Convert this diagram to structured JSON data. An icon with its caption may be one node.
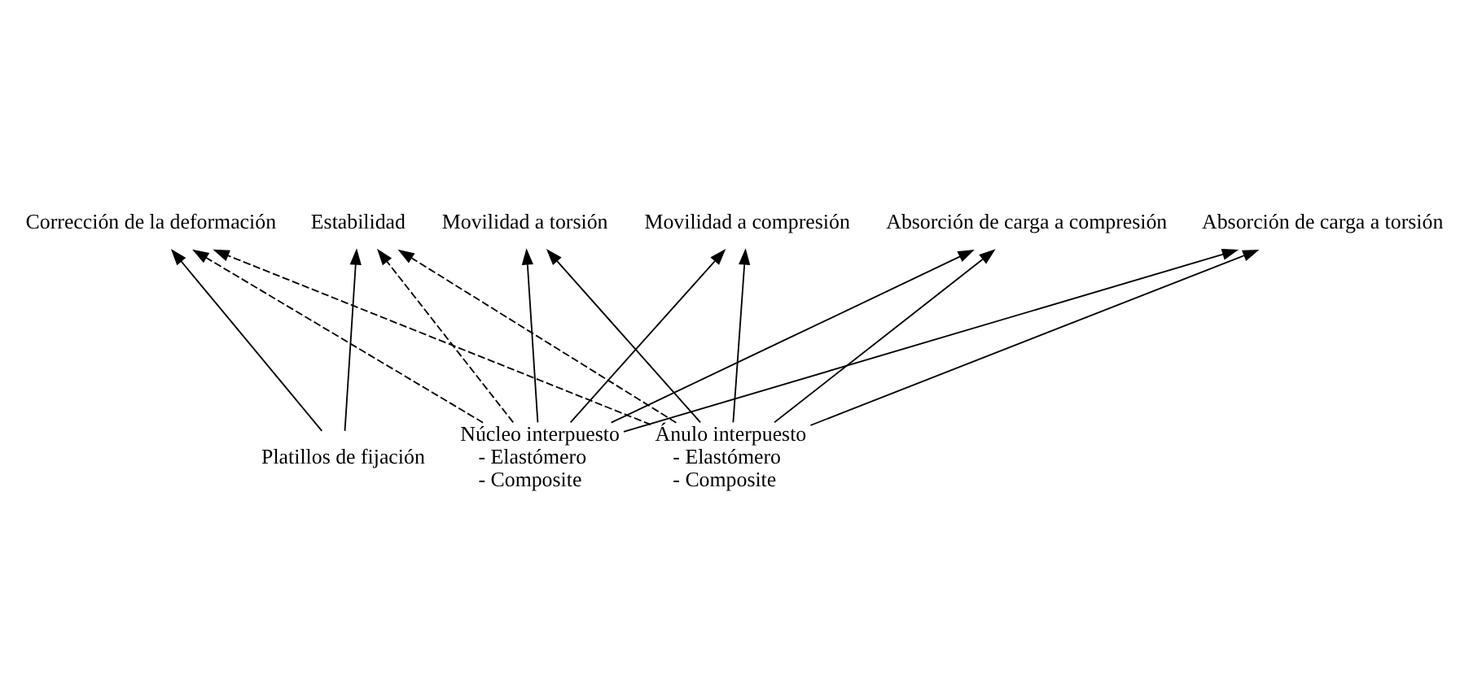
{
  "diagram": {
    "nodes": [
      {
        "text": [
          "Corrección de la deformación"
        ]
      },
      {
        "text": [
          "Estabilidad"
        ]
      },
      {
        "text": [
          "Movilidad a torsión"
        ]
      },
      {
        "text": [
          "Movilidad a compresión"
        ]
      },
      {
        "text": [
          "Absorción de carga a compresión"
        ]
      },
      {
        "text": [
          "Absorción de carga a torsión"
        ]
      },
      {
        "text": [
          "Platillos de fijación"
        ]
      },
      {
        "text": [
          "Núcleo interpuesto",
          "- Elastómero",
          "- Composite"
        ]
      },
      {
        "text": [
          "Ánulo interpuesto",
          "- Elastómero",
          "- Composite"
        ]
      }
    ],
    "edges": [
      {
        "from": 6,
        "to": 0,
        "arrow": "to"
      },
      {
        "from": 6,
        "to": 1,
        "arrow": "to"
      },
      {
        "from": 7,
        "to": 0,
        "arrow": "to",
        "style": "dashed"
      },
      {
        "from": 7,
        "to": 1,
        "arrow": "to",
        "style": "dashed"
      },
      {
        "from": 7,
        "to": 2,
        "arrow": "to"
      },
      {
        "from": 7,
        "to": 3,
        "arrow": "to"
      },
      {
        "from": 7,
        "to": 4,
        "arrow": "to"
      },
      {
        "from": 7,
        "to": 5,
        "arrow": "to"
      },
      {
        "from": 8,
        "to": 0,
        "arrow": "to",
        "style": "dashed"
      },
      {
        "from": 8,
        "to": 1,
        "arrow": "to",
        "style": "dashed"
      },
      {
        "from": 8,
        "to": 2,
        "arrow": "to"
      },
      {
        "from": 8,
        "to": 3,
        "arrow": "to"
      },
      {
        "from": 8,
        "to": 4,
        "arrow": "to"
      },
      {
        "from": 8,
        "to": 5,
        "arrow": "to"
      }
    ]
  }
}
